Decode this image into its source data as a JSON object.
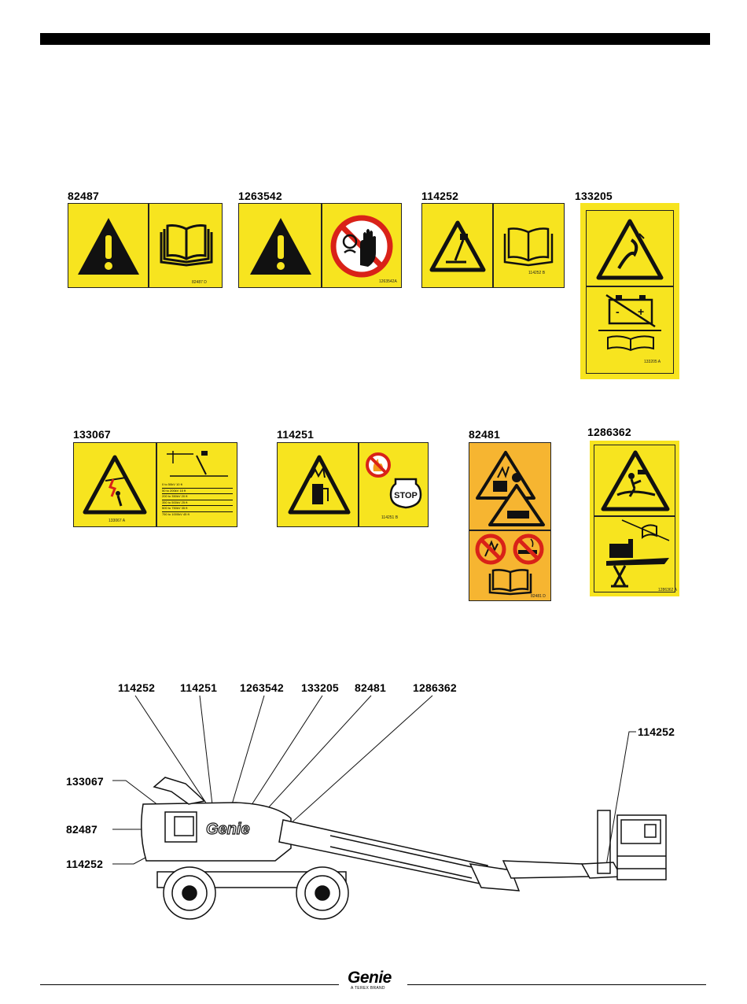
{
  "decals_row1": [
    {
      "label": "82487",
      "code": "82487 D"
    },
    {
      "label": "1263542",
      "code": "1263542A"
    },
    {
      "label": "114252",
      "code": "114252 B"
    },
    {
      "label": "133205",
      "code": "133205 A"
    }
  ],
  "decals_row2": [
    {
      "label": "133067",
      "code": "133067 A",
      "table": [
        "0 to 50kV 10 ft",
        "50 to 200kV 15 ft",
        "200 to 350kV 20 ft",
        "350 to 500kV 25 ft",
        "500 to 750kV 35 ft",
        "750 to 1000kV 45 ft"
      ]
    },
    {
      "label": "114251",
      "code": "114251 B",
      "stop": "STOP"
    },
    {
      "label": "82481",
      "code": "82481 D"
    },
    {
      "label": "1286362",
      "code": "1286362 A"
    }
  ],
  "callouts": {
    "top": [
      "114252",
      "114251",
      "1263542",
      "133205",
      "82481",
      "1286362"
    ],
    "left": [
      "133067",
      "82487",
      "114252"
    ],
    "right": "114252",
    "hood_brand": "Genie"
  },
  "footer": {
    "brand": "Genie",
    "tagline": "A TEREX BRAND"
  }
}
